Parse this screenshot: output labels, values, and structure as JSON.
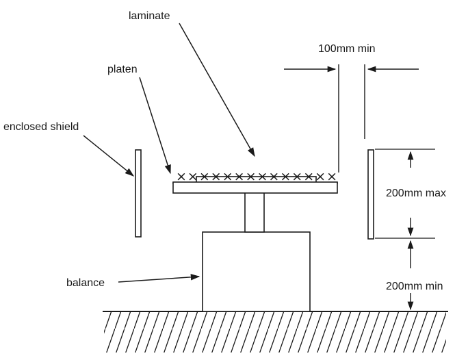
{
  "labels": {
    "laminate": "laminate",
    "platen": "platen",
    "enclosed_shield": "enclosed shield",
    "balance": "balance",
    "gap_100": "100mm min",
    "height_200_max": "200mm max",
    "height_200_min": "200mm min"
  },
  "laminate_marks": "××××××××××××××",
  "colors": {
    "ink": "#1a1a1a",
    "background": "#ffffff"
  }
}
